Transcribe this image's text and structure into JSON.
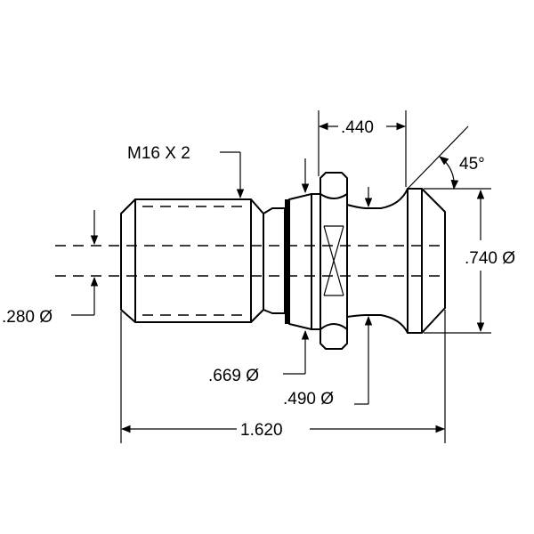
{
  "labels": {
    "thread": "M16 X 2",
    "width_440": ".440",
    "angle": "45°",
    "dia_740": ".740 Ø",
    "dia_280": ".280 Ø",
    "dia_669": ".669 Ø",
    "dia_490": ".490 Ø",
    "length": "1.620"
  },
  "colors": {
    "line": "#000000",
    "background": "#ffffff"
  }
}
